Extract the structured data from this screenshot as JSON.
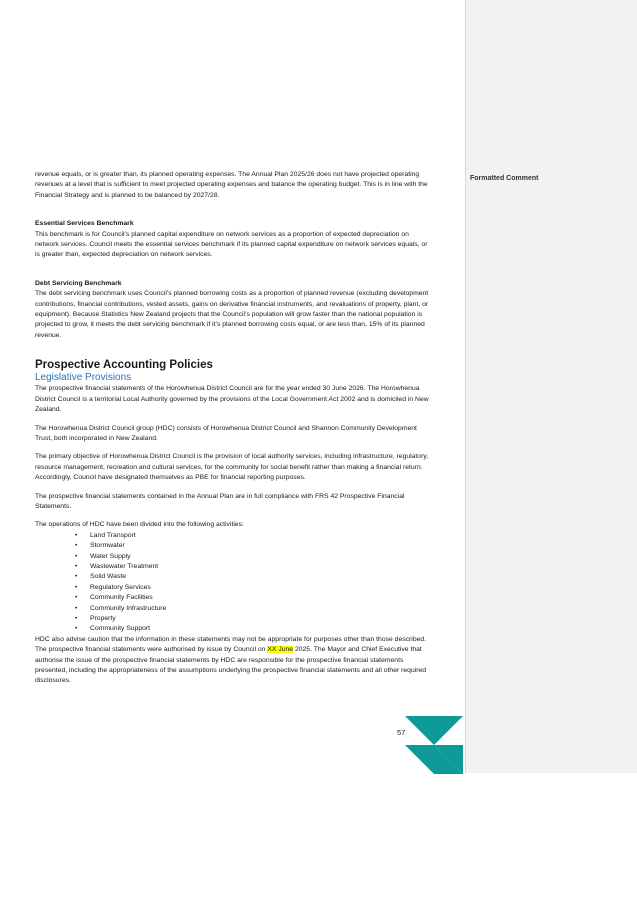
{
  "comment_label": "Formatted Comment",
  "para_balanced_budget": "revenue equals, or is greater than, its planned operating expenses. The Annual Plan 2025/26 does not have projected operating revenues at a level that is sufficient to meet projected operating expenses and balance the operating budget. This is in line with the Financial Strategy and is planned to be balanced by 2027/28.",
  "essential": {
    "heading": "Essential Services Benchmark",
    "text": "This benchmark is for Council’s planned capital expenditure on network services as a proportion of expected depreciation on network services. Council meets the essential services benchmark if its planned capital expenditure on network services equals, or is greater than, expected depreciation on network services."
  },
  "debt": {
    "heading": "Debt Servicing Benchmark",
    "text": "The debt servicing benchmark uses Council’s planned borrowing costs as a proportion of planned revenue (excluding development contributions, financial contributions, vested assets, gains on derivative financial instruments, and revaluations of property, plant, or equipment). Because Statistics New Zealand projects that the Council’s population will grow faster than the national population is projected to grow, it meets the debt servicing benchmark if it’s planned borrowing costs equal, or are less than, 15% of its planned revenue."
  },
  "section_title": "Prospective Accounting Policies",
  "subsection_title": "Legislative Provisions",
  "paras": [
    "The prospective financial statements of the Horowhenua District Council are for the year ended 30 June 2026. The Horowhenua District Council is a territorial Local Authority governed by the provisions of the Local Government Act 2002 and is domiciled in New Zealand.",
    "The Horowhenua District Council group (HDC) consists of Horowhenua District Council and Shannon Community Development Trust, both incorporated in New Zealand.",
    "The primary objective of Horowhenua District Council is the provision of local authority services, including infrastructure, regulatory, resource management, recreation and cultural services, for the community for social benefit rather than making a financial return. Accordingly, Council have designated themselves as PBE for financial reporting purposes.",
    "The prospective financial statements contained in the Annual Plan are in full compliance with FRS 42 Prospective Financial Statements.",
    "The operations of HDC have been divided into the following activities:"
  ],
  "activities": [
    "Land Transport",
    "Stormwater",
    "Water Supply",
    "Wastewater Treatment",
    "Solid Waste",
    "Regulatory Services",
    "Community Facilities",
    "Community Infrastructure",
    "Property",
    "Community Support"
  ],
  "final": {
    "before": "HDC also advise caution that the information in these statements may not be appropriate for purposes other than those described. The prospective financial statements were authorised by issue by Council on ",
    "highlight": "XX June",
    "after": " 2025. The Mayor and Chief Executive that authorise the issue of the prospective financial statements by HDC are responsible for the prospective financial statements presented, including the appropriateness of the assumptions underlying the prospective financial statements and all other required disclosures."
  },
  "page_number": "57",
  "colors": {
    "logo_teal": "#0f9a9a",
    "heading_blue": "#2e74b5",
    "highlight": "#ffff00"
  },
  "icons": {
    "logo": "council-triangles-logo"
  }
}
